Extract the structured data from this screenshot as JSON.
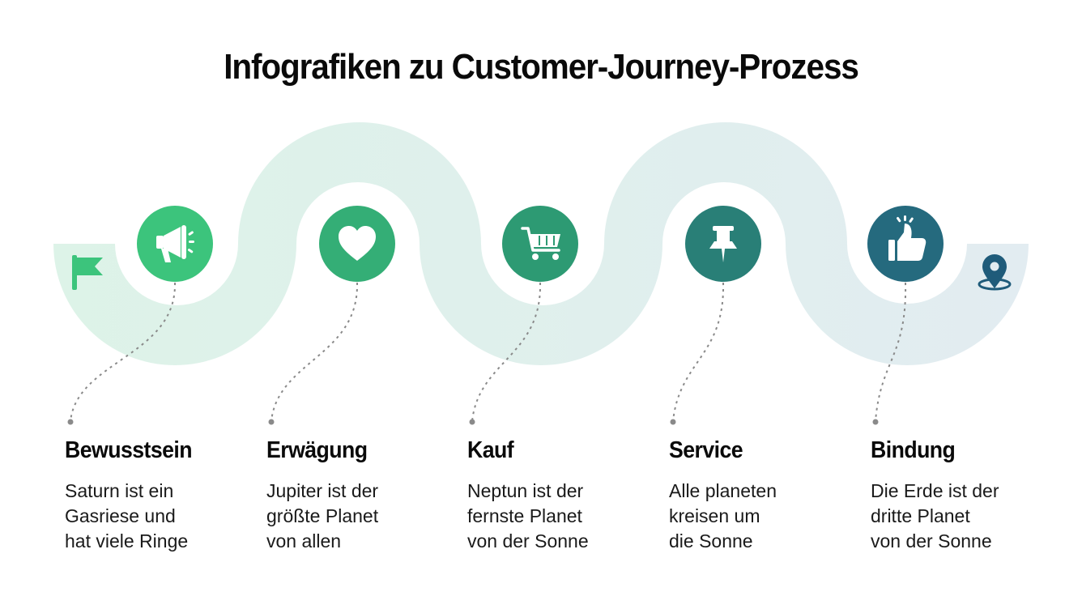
{
  "title": "Infografiken zu Customer-Journey-Prozess",
  "colors": {
    "band_start": "#DDF3E8",
    "band_end": "#E2ECF1",
    "start_flag": "#3CC47C",
    "end_pin": "#1F5B7A",
    "connector": "#8a8a8a"
  },
  "steps": [
    {
      "title": "Bewusstsein",
      "description": "Saturn ist ein\nGasriese und\nhat viele Ringe",
      "icon": "megaphone-icon",
      "color": "#3CC47C"
    },
    {
      "title": "Erwägung",
      "description": "Jupiter ist der\ngrößte Planet\nvon allen",
      "icon": "heart-icon",
      "color": "#34AE76"
    },
    {
      "title": "Kauf",
      "description": "Neptun ist der\nfernste Planet\nvon der Sonne",
      "icon": "shopping-cart-icon",
      "color": "#2D9A73"
    },
    {
      "title": "Service",
      "description": "Alle planeten\nkreisen um\ndie Sonne",
      "icon": "pushpin-icon",
      "color": "#297F77"
    },
    {
      "title": "Bindung",
      "description": "Die Erde ist der\ndritte Planet\nvon der Sonne",
      "icon": "thumbs-up-icon",
      "color": "#256A7E"
    }
  ]
}
